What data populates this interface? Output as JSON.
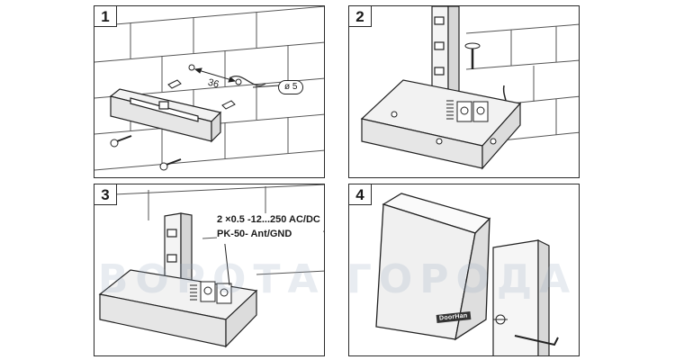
{
  "steps": [
    {
      "number": "1"
    },
    {
      "number": "2"
    },
    {
      "number": "3"
    },
    {
      "number": "4"
    }
  ],
  "dimensions": {
    "spacing": "36",
    "diameter": "ø 5"
  },
  "wiring_note": {
    "line1": "2 ×0.5 -12...250 AC/DC",
    "line2": "PK-50- Ant/GND"
  },
  "brand_label": "DoorHan",
  "watermark": "ВОРОТА ГОРОДА",
  "colors": {
    "line": "#2a2a2a",
    "shade": "#e6e6e6",
    "watermark": "#96aabe"
  }
}
